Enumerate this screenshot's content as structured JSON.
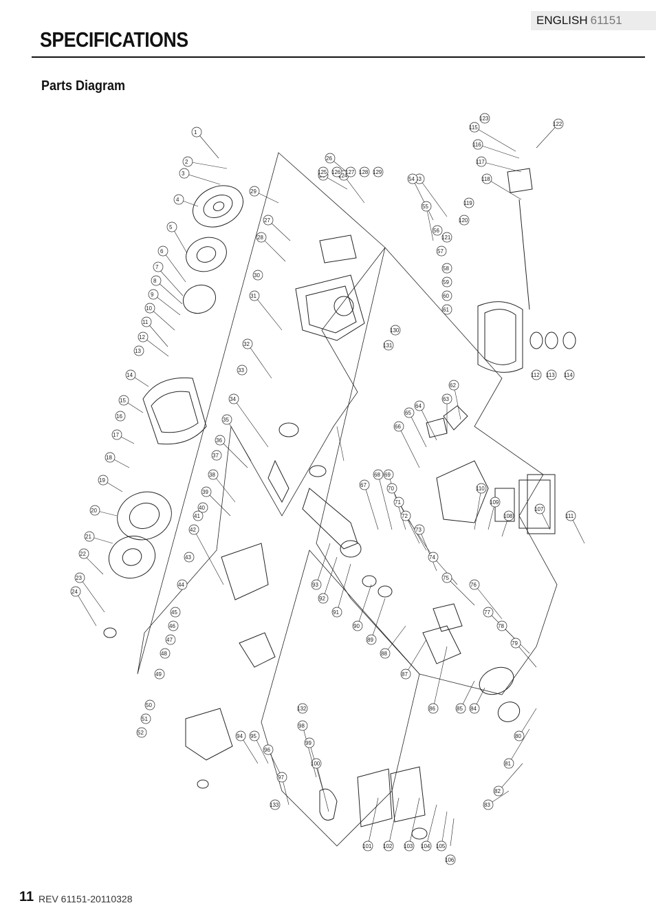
{
  "header": {
    "language": "ENGLISH",
    "model": "61151",
    "title": "SPECIFICATIONS"
  },
  "section": {
    "title": "Parts Diagram"
  },
  "diagram": {
    "callouts": [
      "1",
      "2",
      "3",
      "4",
      "5",
      "6",
      "7",
      "8",
      "9",
      "10",
      "11",
      "12",
      "13",
      "14",
      "15",
      "16",
      "17",
      "18",
      "19",
      "20",
      "21",
      "22",
      "23",
      "24",
      "25",
      "26",
      "27",
      "28",
      "29",
      "30",
      "31",
      "32",
      "33",
      "34",
      "35",
      "36",
      "37",
      "38",
      "39",
      "40",
      "41",
      "42",
      "43",
      "44",
      "45",
      "46",
      "47",
      "48",
      "49",
      "50",
      "51",
      "52",
      "53",
      "54",
      "55",
      "56",
      "57",
      "58",
      "59",
      "60",
      "61",
      "62",
      "63",
      "64",
      "65",
      "66",
      "67",
      "68",
      "69",
      "70",
      "71",
      "72",
      "73",
      "74",
      "75",
      "76",
      "77",
      "78",
      "79",
      "80",
      "81",
      "82",
      "83",
      "84",
      "85",
      "86",
      "87",
      "88",
      "89",
      "90",
      "91",
      "92",
      "93",
      "94",
      "95",
      "96",
      "97",
      "98",
      "99",
      "100",
      "101",
      "102",
      "103",
      "104",
      "105",
      "106",
      "107",
      "108",
      "109",
      "110",
      "111",
      "112",
      "113",
      "114",
      "115",
      "116",
      "117",
      "118",
      "119",
      "120",
      "121",
      "122",
      "123",
      "124",
      "125",
      "126",
      "127",
      "128",
      "129",
      "130",
      "131",
      "132",
      "133"
    ]
  },
  "footer": {
    "page_number": "11",
    "revision": "REV 61151-20110328"
  }
}
